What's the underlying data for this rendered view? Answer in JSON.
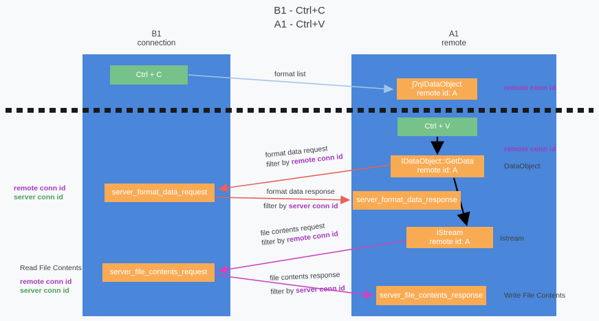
{
  "title": {
    "line1": "B1 - Ctrl+C",
    "line2": "A1 - Ctrl+V"
  },
  "lanes": [
    {
      "id": "b1",
      "name": "B1",
      "role": "connection"
    },
    {
      "id": "a1",
      "name": "A1",
      "role": "remote"
    }
  ],
  "nodes": {
    "ctrl_c": {
      "label": "Ctrl + C",
      "sub": "",
      "color": "#76c28a"
    },
    "idataobject": {
      "label": "ʃʔɾʅIDataObject",
      "sub": "remote id: A",
      "color": "#f9ab54"
    },
    "ctrl_v": {
      "label": "Ctrl + V",
      "sub": "",
      "color": "#76c28a"
    },
    "getdata": {
      "label": "IDataObject::GetData",
      "sub": "remote id: A",
      "color": "#f9ab54"
    },
    "server_format_data_request": {
      "label": "server_format_data_request",
      "sub": "",
      "color": "#f9ab54"
    },
    "server_format_data_response": {
      "label": "server_format_data_response",
      "sub": "",
      "color": "#f9ab54"
    },
    "istream": {
      "label": "IStream",
      "sub": "remote id: A",
      "color": "#f9ab54"
    },
    "server_file_contents_request": {
      "label": "server_file_contents_request",
      "sub": "",
      "color": "#f9ab54"
    },
    "server_file_contents_response": {
      "label": "server_file_contents_response",
      "sub": "",
      "color": "#f9ab54"
    }
  },
  "annotations": {
    "right": {
      "remote_conn_id_top": "remote conn id",
      "remote_conn_id_mid": "remote conn id",
      "dataobject": "DataObject",
      "istream": "Istream",
      "write_file_contents": "Write File Contents"
    },
    "left": {
      "remote_conn_id_1": "remote conn id",
      "server_conn_id_1": "server conn id",
      "read_file_contents": "Read File Contents",
      "remote_conn_id_2": "remote conn id",
      "server_conn_id_2": "server conn id"
    }
  },
  "edge_labels": {
    "format_list": "format list",
    "format_data_request": "format data request",
    "format_data_request_filter_prefix": "filter by ",
    "format_data_request_filter_key": "remote conn id",
    "format_data_response": "format data response",
    "format_data_response_filter_prefix": "filter by ",
    "format_data_response_filter_key": "server conn id",
    "file_contents_request": "file contents request",
    "file_contents_request_filter_prefix": "filter by ",
    "file_contents_request_filter_key": "remote conn id",
    "file_contents_response": "file contents response",
    "file_contents_response_filter_prefix": "filter by ",
    "file_contents_response_filter_key": "server conn id"
  },
  "colors": {
    "lane": "#4a86d9",
    "green_node": "#76c28a",
    "orange_node": "#f9ab54",
    "purple_text": "#a33bbf",
    "green_text": "#4aa05e",
    "arrow_blue": "#9fc5ea",
    "arrow_red": "#e8615a",
    "arrow_magenta": "#cc46c0",
    "arrow_black": "#000000",
    "background": "#f8f9fa"
  }
}
